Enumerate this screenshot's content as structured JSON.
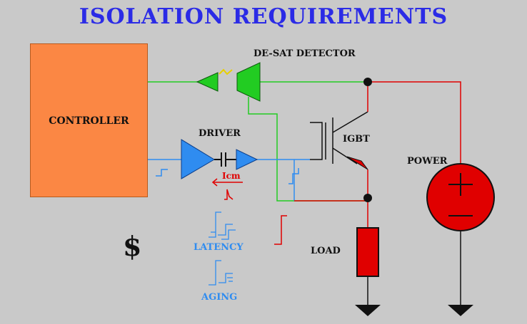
{
  "title": "ISOLATION  REQUIREMENTS",
  "labels": {
    "controller": "CONTROLLER",
    "desat": "DE-SAT DETECTOR",
    "driver": "DRIVER",
    "igbt": "IGBT",
    "power": "POWER",
    "load": "LOAD",
    "icm": "Icm",
    "latency": "LATENCY",
    "aging": "AGING",
    "dollar": "$"
  },
  "colors": {
    "background": "#c9c9c9",
    "title": "#2b2be6",
    "controller": "#fb8744",
    "green": "#22cc22",
    "blue": "#2f8cf0",
    "red": "#e00000"
  },
  "icons": {
    "power_source": "circle-plus-minus-icon",
    "ground": "ground-icon"
  }
}
